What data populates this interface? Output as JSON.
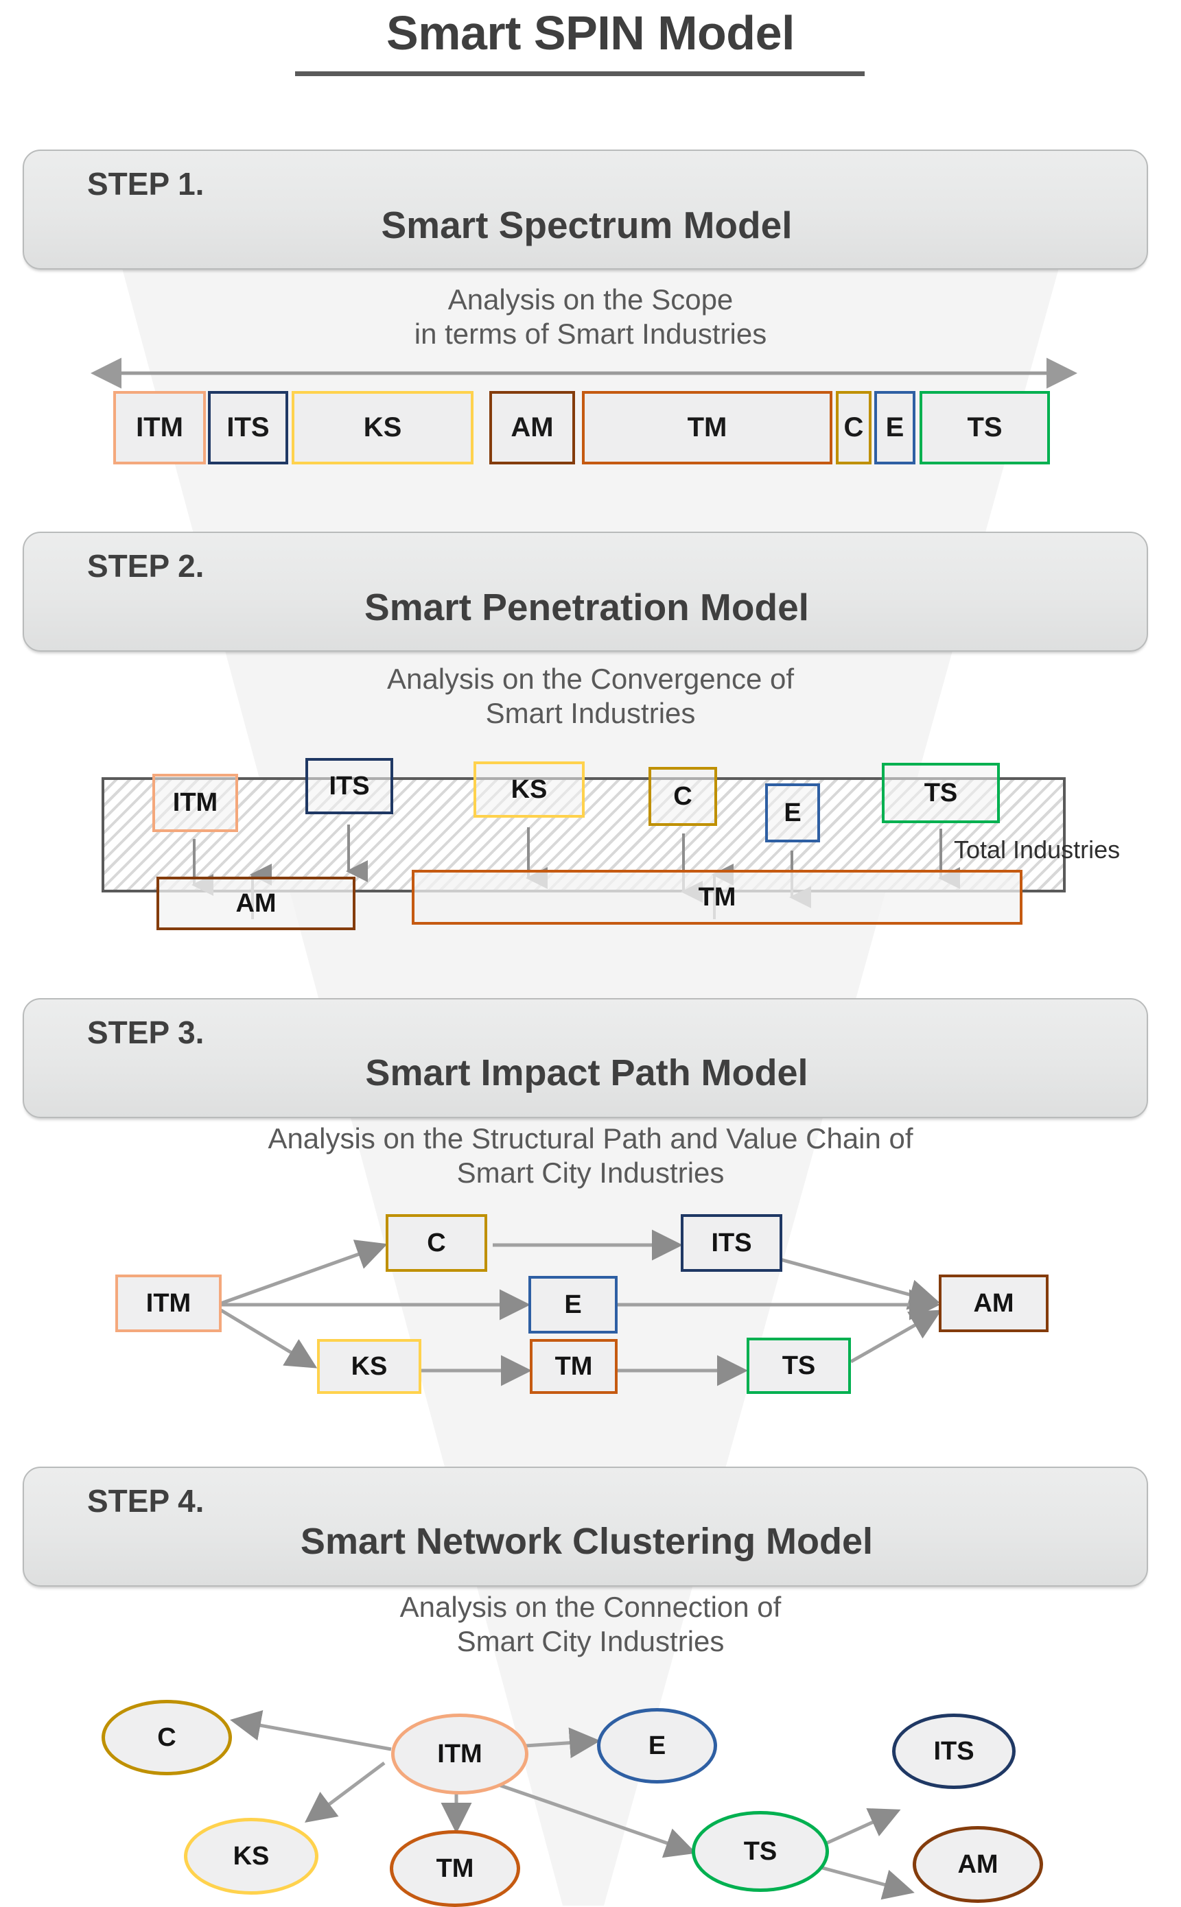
{
  "title": "Smart SPIN Model",
  "colors": {
    "ITM": "#f4a87c",
    "ITS": "#1f3864",
    "KS": "#ffd24d",
    "AM": "#843c0c",
    "TM": "#c55a11",
    "C": "#bf9000",
    "E": "#2e5fa3",
    "TS": "#00b050",
    "frame": "#5a5a5a",
    "arrow": "#808080",
    "header_bg": "#e9eaea",
    "header_border": "#b9bbbb",
    "text": "#3f3f3f"
  },
  "steps": [
    {
      "number": "STEP 1.",
      "title": "Smart Spectrum Model",
      "caption_line1": "Analysis on the Scope",
      "caption_line2": "in terms of Smart Industries"
    },
    {
      "number": "STEP 2.",
      "title": "Smart Penetration Model",
      "caption_line1": "Analysis on the Convergence of",
      "caption_line2": "Smart Industries"
    },
    {
      "number": "STEP 3.",
      "title": "Smart Impact Path Model",
      "caption_line1": "Analysis on the Structural Path and Value Chain of",
      "caption_line2": "Smart City Industries"
    },
    {
      "number": "STEP 4.",
      "title": "Smart Network Clustering Model",
      "caption_line1": "Analysis on the Connection of",
      "caption_line2": "Smart City Industries"
    }
  ],
  "spectrum": {
    "segments": [
      {
        "label": "ITM",
        "color_key": "ITM"
      },
      {
        "label": "ITS",
        "color_key": "ITS"
      },
      {
        "label": "KS",
        "color_key": "KS"
      },
      {
        "label": "AM",
        "color_key": "AM"
      },
      {
        "label": "TM",
        "color_key": "TM"
      },
      {
        "label": "C",
        "color_key": "C"
      },
      {
        "label": "E",
        "color_key": "E"
      },
      {
        "label": "TS",
        "color_key": "TS"
      }
    ]
  },
  "penetration": {
    "total_label": "Total Industries",
    "top_boxes": [
      {
        "label": "ITM",
        "color_key": "ITM"
      },
      {
        "label": "ITS",
        "color_key": "ITS"
      },
      {
        "label": "KS",
        "color_key": "KS"
      },
      {
        "label": "C",
        "color_key": "C"
      },
      {
        "label": "E",
        "color_key": "E"
      },
      {
        "label": "TS",
        "color_key": "TS"
      }
    ],
    "bottom_boxes": [
      {
        "label": "AM",
        "color_key": "AM"
      },
      {
        "label": "TM",
        "color_key": "TM"
      }
    ]
  },
  "impact_path": {
    "nodes": [
      {
        "label": "ITM",
        "color_key": "ITM"
      },
      {
        "label": "C",
        "color_key": "C"
      },
      {
        "label": "ITS",
        "color_key": "ITS"
      },
      {
        "label": "E",
        "color_key": "E"
      },
      {
        "label": "AM",
        "color_key": "AM"
      },
      {
        "label": "KS",
        "color_key": "KS"
      },
      {
        "label": "TM",
        "color_key": "TM"
      },
      {
        "label": "TS",
        "color_key": "TS"
      }
    ],
    "edges": [
      {
        "from": "ITM",
        "to": "C"
      },
      {
        "from": "C",
        "to": "ITS"
      },
      {
        "from": "ITS",
        "to": "AM"
      },
      {
        "from": "ITM",
        "to": "E"
      },
      {
        "from": "E",
        "to": "AM"
      },
      {
        "from": "ITM",
        "to": "KS"
      },
      {
        "from": "KS",
        "to": "TM"
      },
      {
        "from": "TM",
        "to": "TS"
      },
      {
        "from": "TS",
        "to": "AM"
      }
    ]
  },
  "network_cluster": {
    "nodes": [
      {
        "label": "C",
        "color_key": "C"
      },
      {
        "label": "ITM",
        "color_key": "ITM"
      },
      {
        "label": "E",
        "color_key": "E"
      },
      {
        "label": "ITS",
        "color_key": "ITS"
      },
      {
        "label": "KS",
        "color_key": "KS"
      },
      {
        "label": "TM",
        "color_key": "TM"
      },
      {
        "label": "TS",
        "color_key": "TS"
      },
      {
        "label": "AM",
        "color_key": "AM"
      }
    ],
    "edges": [
      {
        "from": "ITM",
        "to": "C"
      },
      {
        "from": "ITM",
        "to": "E"
      },
      {
        "from": "ITM",
        "to": "KS"
      },
      {
        "from": "ITM",
        "to": "TM"
      },
      {
        "from": "ITM",
        "to": "TS"
      },
      {
        "from": "TS",
        "to": "ITS"
      },
      {
        "from": "TS",
        "to": "AM"
      }
    ]
  }
}
